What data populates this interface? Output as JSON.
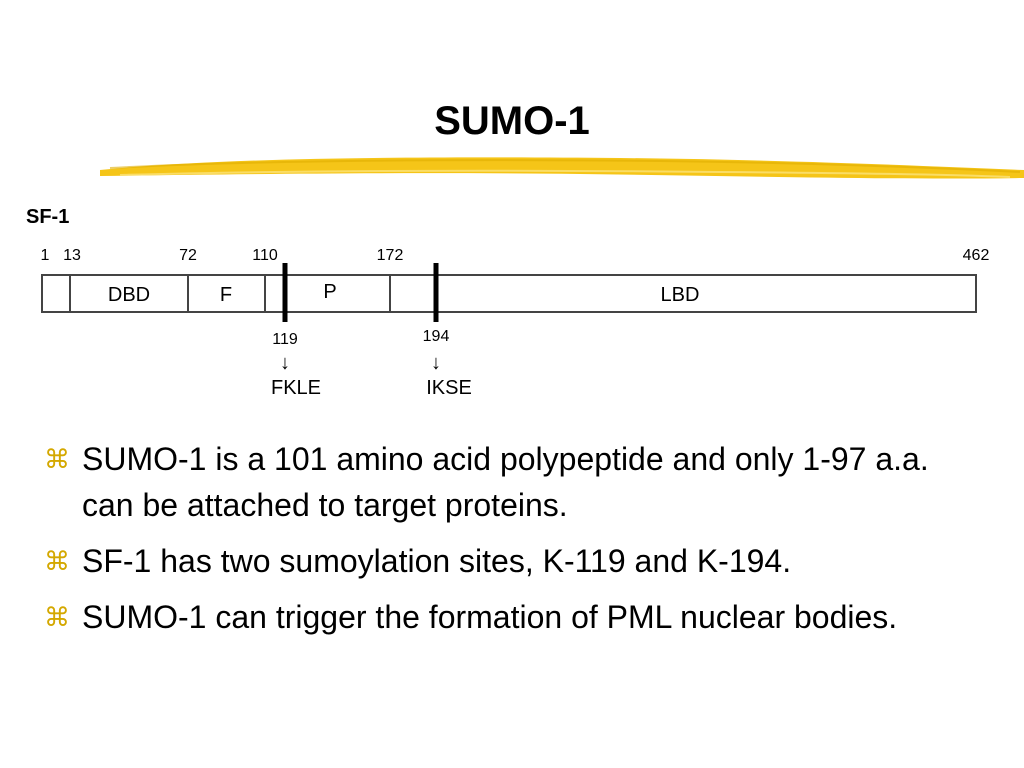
{
  "slide": {
    "title": "SUMO-1",
    "accent_color": "#f5c518"
  },
  "diagram": {
    "label": "SF-1",
    "positions": [
      "1",
      "13",
      "72",
      "110",
      "172",
      "462"
    ],
    "domains": [
      "DBD",
      "F",
      "P",
      "LBD"
    ],
    "sites": [
      {
        "position": "119",
        "motif": "FKLE",
        "arrow": "↓"
      },
      {
        "position": "194",
        "motif": "IKSE",
        "arrow": "↓"
      }
    ]
  },
  "bullets": {
    "icon": "z-bullet-icon",
    "items": [
      "SUMO-1 is a 101 amino acid polypeptide and only 1-97 a.a. can be attached to target proteins.",
      "SF-1 has two sumoylation sites, K-119 and K-194.",
      "SUMO-1 can trigger the formation of PML nuclear bodies."
    ]
  }
}
